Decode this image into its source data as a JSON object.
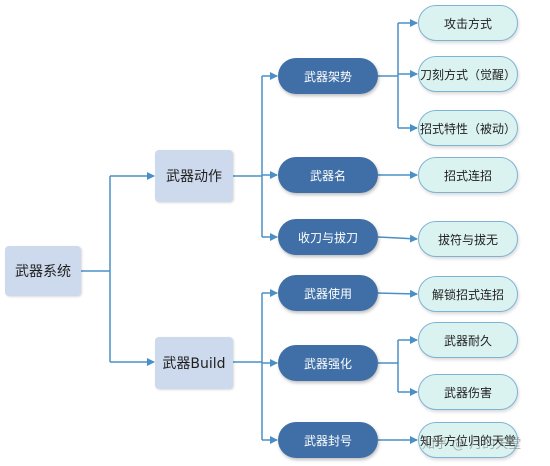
{
  "colors": {
    "connector": "#4a90c6",
    "root_fill": "#cdd9ec",
    "mid_fill": "#3f6fa6",
    "leaf_fill": "#dbf3f0"
  },
  "root": {
    "label": "武器系统"
  },
  "branches": [
    {
      "label": "武器动作",
      "children": [
        {
          "label": "武器架势",
          "children": [
            "攻击方式",
            "刀刻方式（觉醒）",
            "招式特性（被动）"
          ]
        },
        {
          "label": "武器名",
          "children": [
            "招式连招"
          ]
        },
        {
          "label": "收刀与拔刀",
          "children": [
            "拔符与拔无"
          ]
        }
      ]
    },
    {
      "label": "武器Build",
      "children": [
        {
          "label": "武器使用",
          "children": [
            "解锁招式连招"
          ]
        },
        {
          "label": "武器强化",
          "children": [
            "武器耐久",
            "武器伤害"
          ]
        },
        {
          "label": "武器封号",
          "children": [
            "知乎方位归的天堂"
          ]
        }
      ]
    }
  ],
  "watermark": "知乎 @ 月的天堂"
}
